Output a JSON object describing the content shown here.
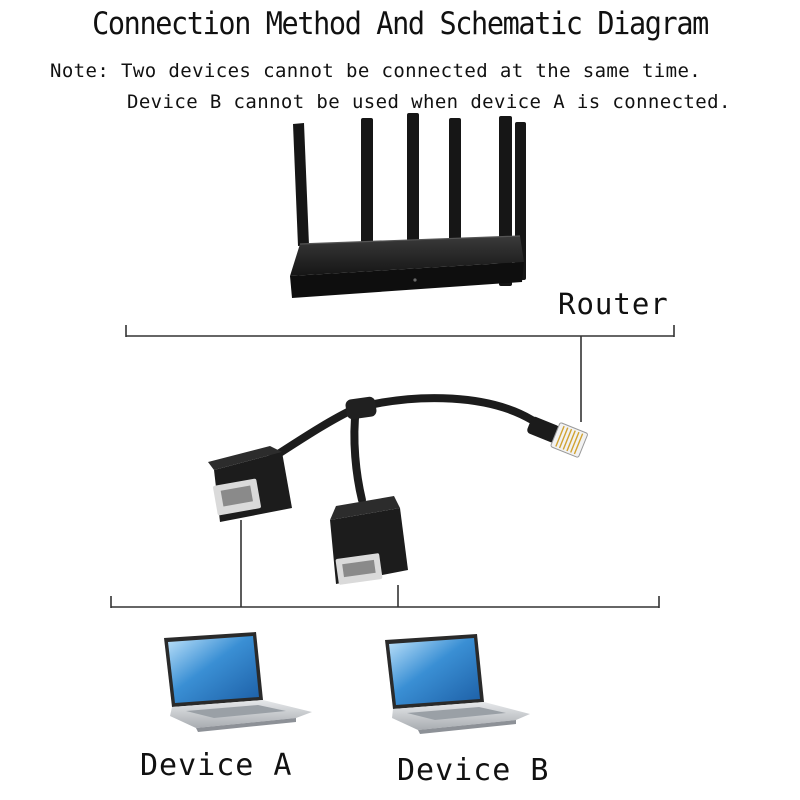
{
  "title": "Connection Method And Schematic Diagram",
  "note": {
    "line1": "Note: Two devices cannot be connected at the same time.",
    "line2": "Device B cannot be used when device A is connected."
  },
  "labels": {
    "router": "Router",
    "device_a": "Device A",
    "device_b": "Device B"
  },
  "colors": {
    "text": "#111111",
    "lines": "#333333",
    "device_body": "#1a1a1a",
    "laptop_silver": "#c9ccd0",
    "screen_blue": "#3a8fd4"
  },
  "icons": [
    "router-icon",
    "rj45-splitter-cable-icon",
    "laptop-icon"
  ]
}
